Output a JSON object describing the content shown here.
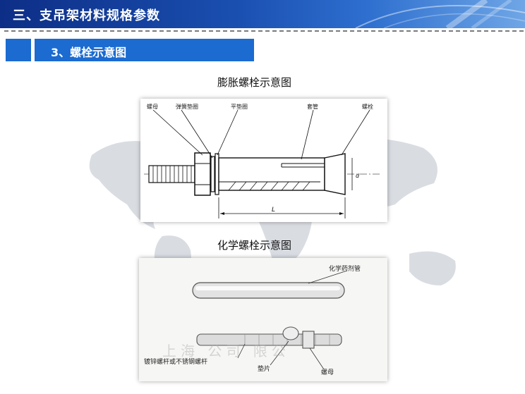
{
  "header": {
    "title": "三、支吊架材料规格参数"
  },
  "section": {
    "subtitle": "3、螺栓示意图"
  },
  "figure1": {
    "caption": "膨胀螺栓示意图",
    "labels": {
      "nut": "螺母",
      "spring_washer": "弹簧垫圈",
      "flat_washer": "平垫圈",
      "sleeve": "套管",
      "bolt": "螺栓",
      "length": "L",
      "diameter": "d"
    }
  },
  "figure2": {
    "caption": "化学螺栓示意图",
    "labels": {
      "chem_tube": "化学药剂管",
      "rod": "镀锌螺杆或不锈钢螺杆",
      "washer": "垫片",
      "nut": "螺母"
    },
    "watermark": "上海 公司 限公"
  },
  "colors": {
    "header": "#0d2e86",
    "accent": "#1b6bd1"
  }
}
